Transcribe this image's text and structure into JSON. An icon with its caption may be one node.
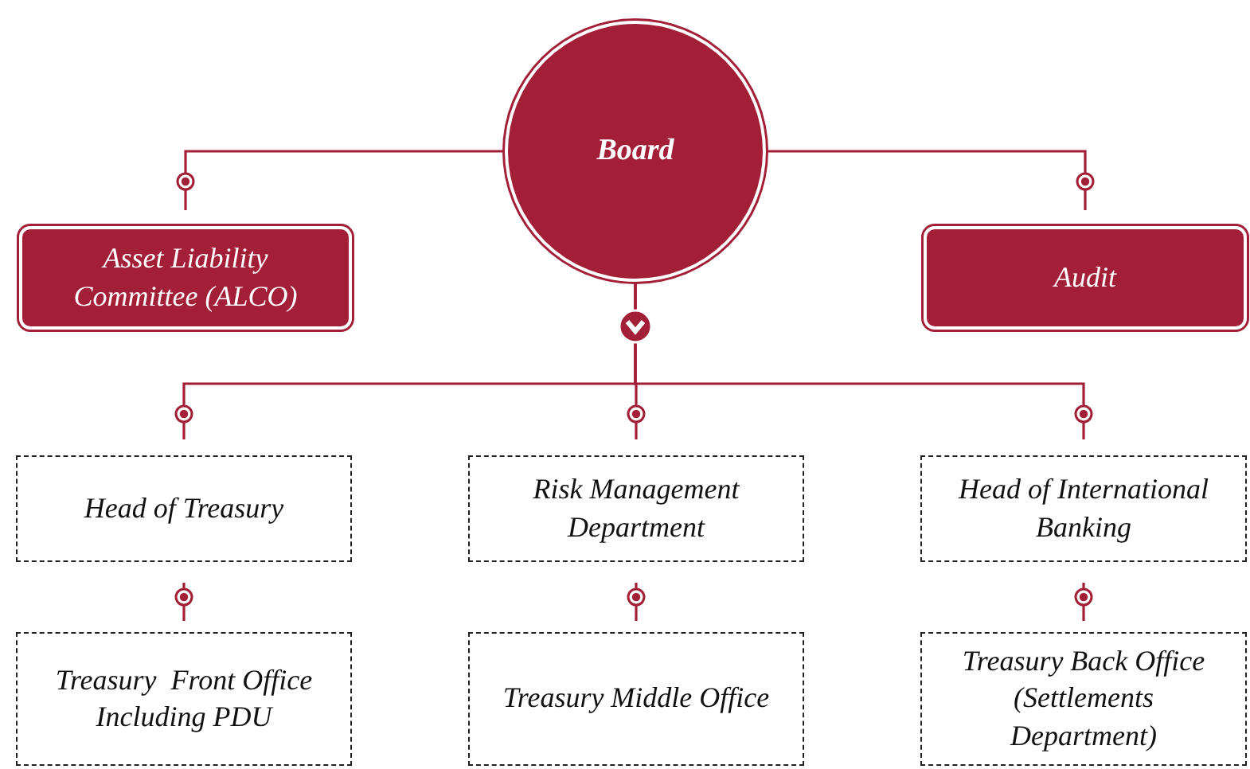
{
  "diagram": {
    "nodes": [
      {
        "text": [
          "Board"
        ]
      },
      {
        "text": [
          "Asset Liability Committee (ALCO)"
        ]
      },
      {
        "text": [
          "Audit"
        ]
      },
      {
        "text": [
          "Head of Treasury"
        ]
      },
      {
        "text": [
          "Risk Management Department"
        ]
      },
      {
        "text": [
          "Head of International Banking"
        ]
      },
      {
        "text": [
          "Treasury  Front Office Including PDU"
        ]
      },
      {
        "text": [
          "Treasury Middle Office"
        ]
      },
      {
        "text": [
          "Treasury Back Office (Settlements Department)"
        ]
      }
    ],
    "edges": [
      {
        "from": 0,
        "to": 1,
        "arrow": "none"
      },
      {
        "from": 0,
        "to": 2,
        "arrow": "none"
      },
      {
        "from": 0,
        "to": 3,
        "arrow": "to"
      },
      {
        "from": 0,
        "to": 4,
        "arrow": "to"
      },
      {
        "from": 0,
        "to": 5,
        "arrow": "to"
      },
      {
        "from": 3,
        "to": 6,
        "arrow": "other"
      },
      {
        "from": 4,
        "to": 7,
        "arrow": "other"
      },
      {
        "from": 5,
        "to": 8,
        "arrow": "other"
      }
    ]
  }
}
